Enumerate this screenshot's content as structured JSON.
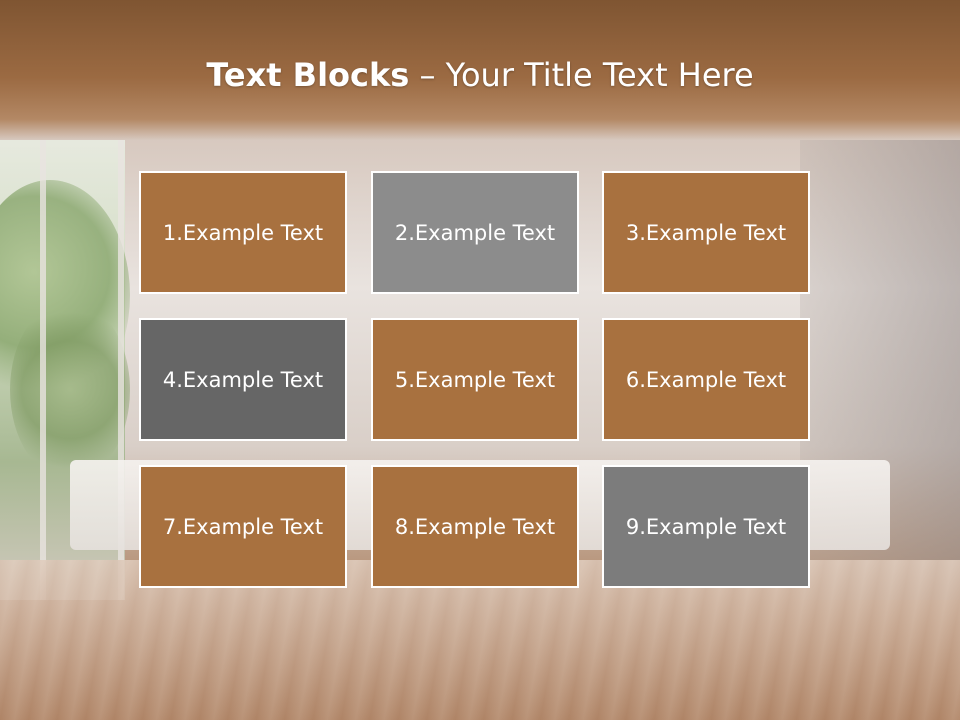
{
  "title": {
    "bold_part": "Text Blocks",
    "dash": " – ",
    "rest": "Your Title Text Here"
  },
  "colors": {
    "brown": "#a8713f",
    "light_gray": "#8c8c8c",
    "dark_gray": "#666666",
    "mid_gray": "#7c7c7c",
    "header_brown": "#8a5d37"
  },
  "blocks": [
    {
      "label": "1.Example Text",
      "color": "#a8713f"
    },
    {
      "label": "2.Example Text",
      "color": "#8c8c8c"
    },
    {
      "label": "3.Example Text",
      "color": "#a8713f"
    },
    {
      "label": "4.Example Text",
      "color": "#666666"
    },
    {
      "label": "5.Example Text",
      "color": "#a8713f"
    },
    {
      "label": "6.Example Text",
      "color": "#a8713f"
    },
    {
      "label": "7.Example Text",
      "color": "#a8713f"
    },
    {
      "label": "8.Example Text",
      "color": "#a8713f"
    },
    {
      "label": "9.Example Text",
      "color": "#7c7c7c"
    }
  ]
}
